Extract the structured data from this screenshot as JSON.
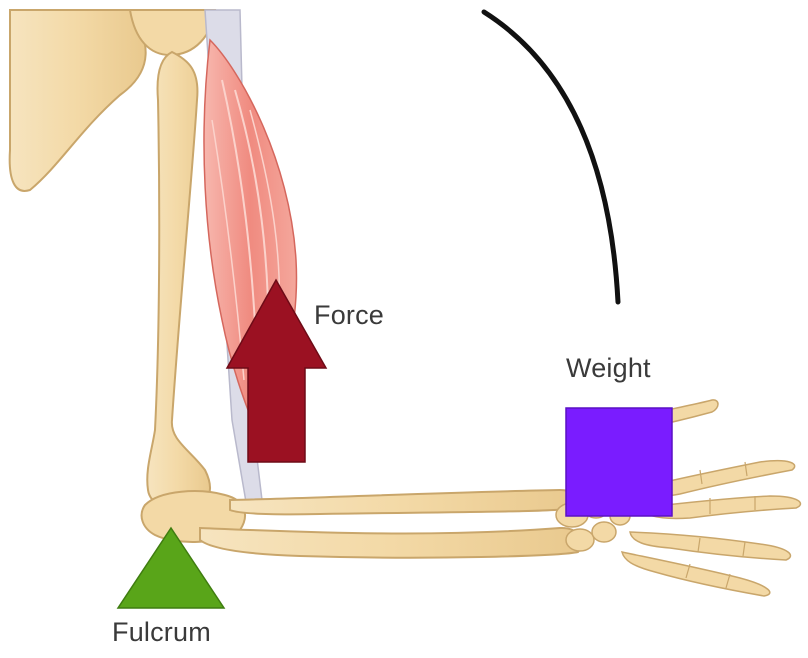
{
  "diagram": {
    "labels": {
      "force": "Force",
      "weight": "Weight",
      "fulcrum": "Fulcrum"
    },
    "colors": {
      "bone": "#f3dcae",
      "bone_outline": "#c9a66b",
      "muscle": "#f08b80",
      "muscle_light": "#f7b7ae",
      "tendon": "#dcdce8",
      "force_arrow": "#9b1122",
      "weight_box": "#7a1cff",
      "fulcrum_triangle": "#59a519",
      "curve": "#111111"
    },
    "icons": [
      "force-arrow-up",
      "weight-square",
      "fulcrum-triangle"
    ]
  }
}
